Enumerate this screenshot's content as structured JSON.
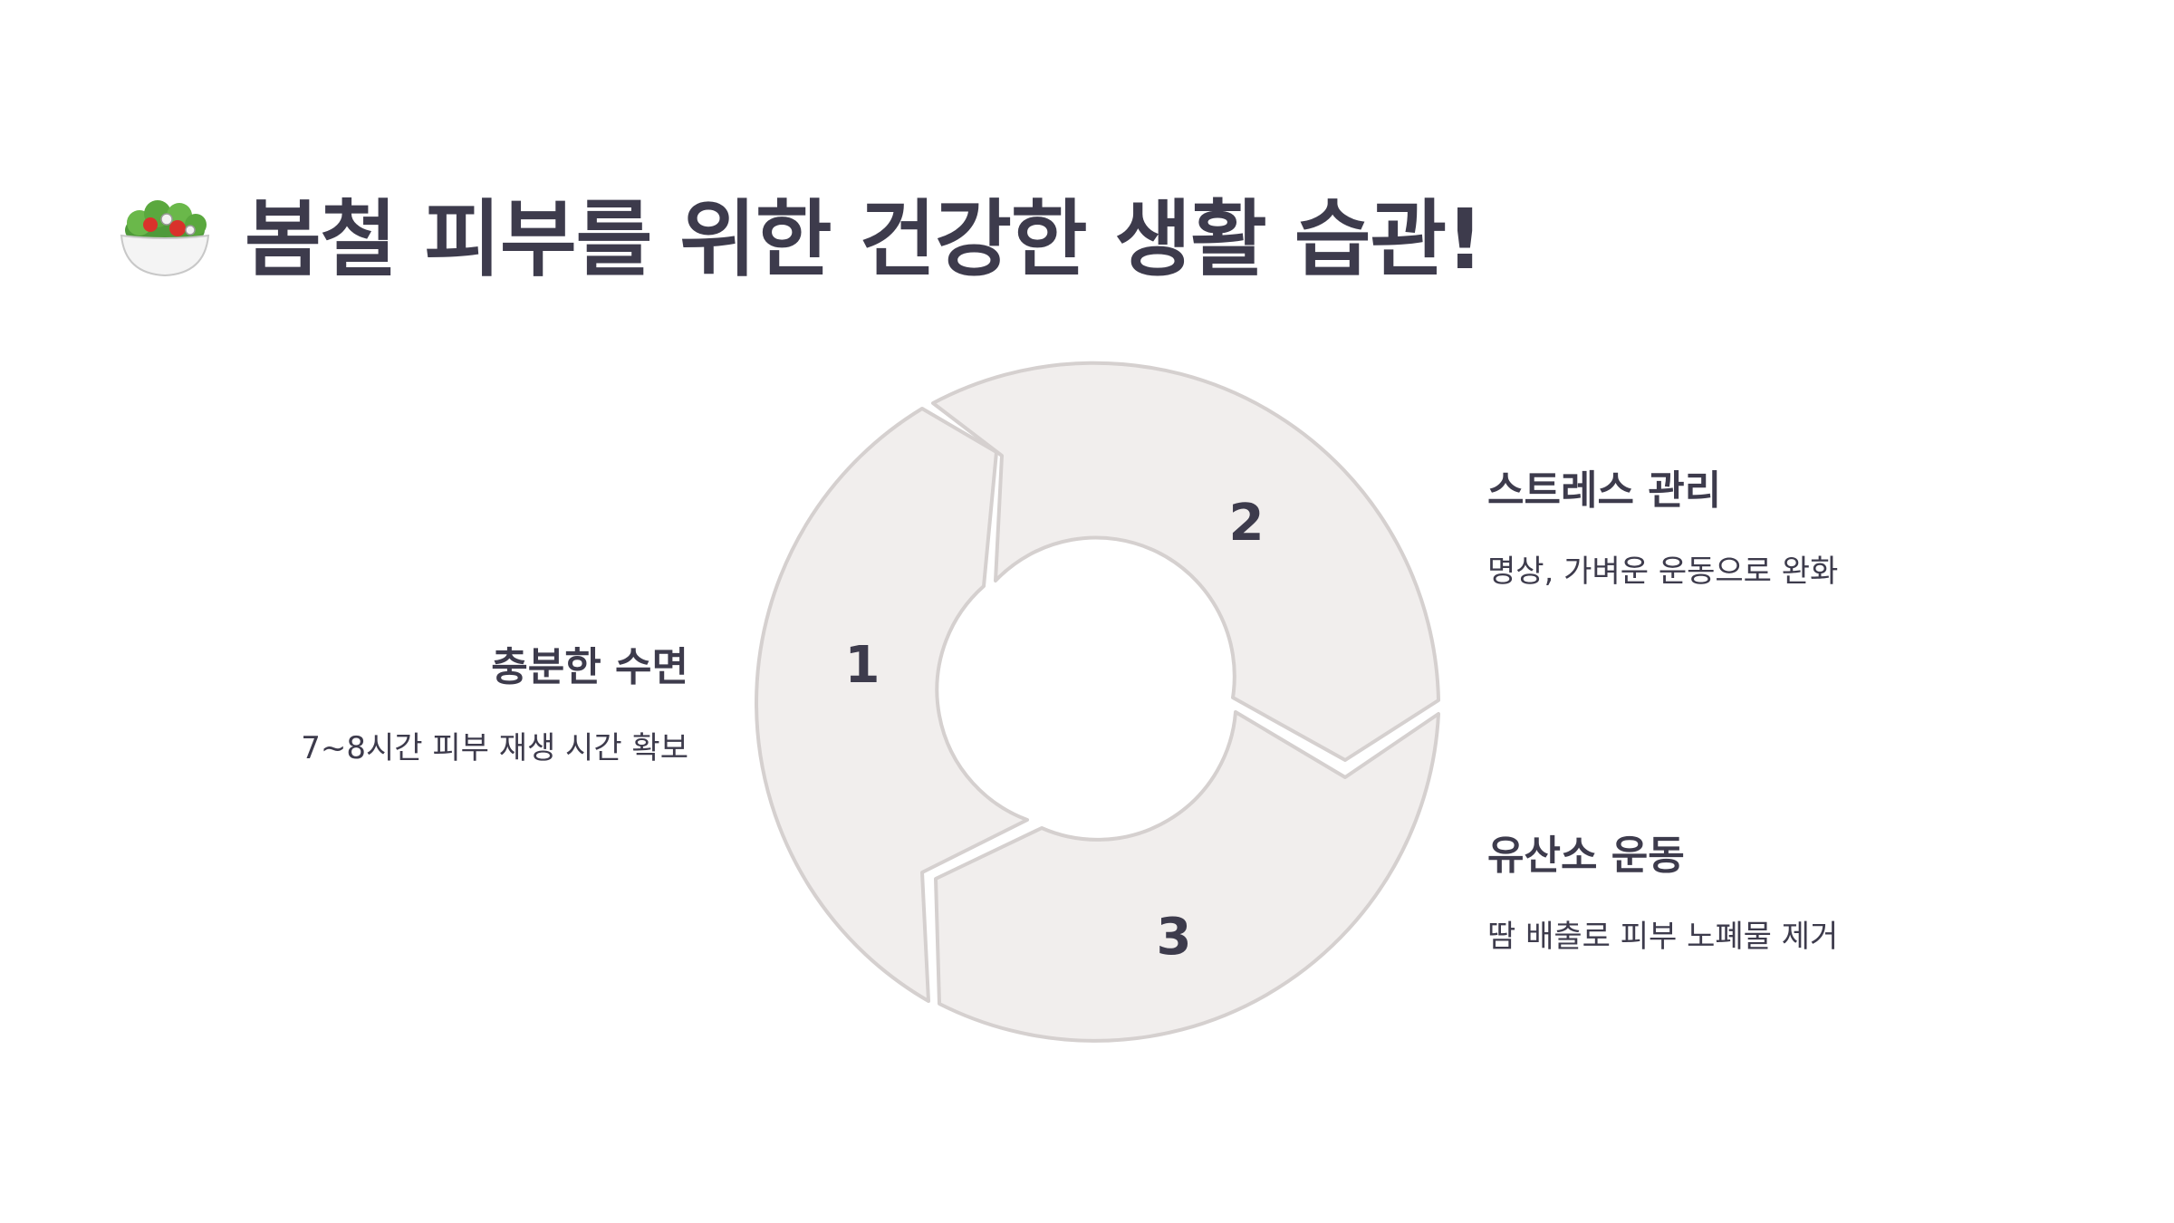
{
  "title": {
    "icon": "salad-bowl-icon",
    "text": "봄철 피부를 위한 건강한 생활 습관!"
  },
  "colors": {
    "segment_fill": "#f1eeed",
    "segment_stroke": "#d5d0cf",
    "text": "#3d3b4c"
  },
  "cycle": {
    "segments": [
      {
        "number": "1",
        "heading": "충분한 수면",
        "description": "7~8시간 피부 재생 시간 확보"
      },
      {
        "number": "2",
        "heading": "스트레스 관리",
        "description": "명상, 가벼운 운동으로 완화"
      },
      {
        "number": "3",
        "heading": "유산소 운동",
        "description": "땀 배출로 피부 노폐물 제거"
      }
    ]
  }
}
